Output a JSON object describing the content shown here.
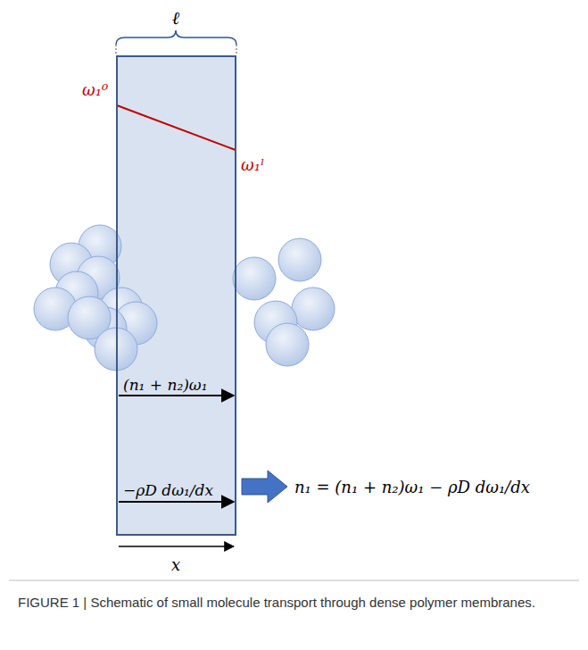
{
  "diagram": {
    "caption": "FIGURE 1 | Schematic of small molecule transport through dense polymer membranes.",
    "nodes": [
      {
        "text": [
          "(n₁ + n₂)ω₁",
          "−ρD dω₁/dx"
        ]
      }
    ],
    "labels": [
      "ℓ",
      "ω₁⁰",
      "ω₁ˡ",
      "n₁ = (n₁ + n₂)ω₁ − ρD dω₁/dx",
      "x"
    ]
  }
}
